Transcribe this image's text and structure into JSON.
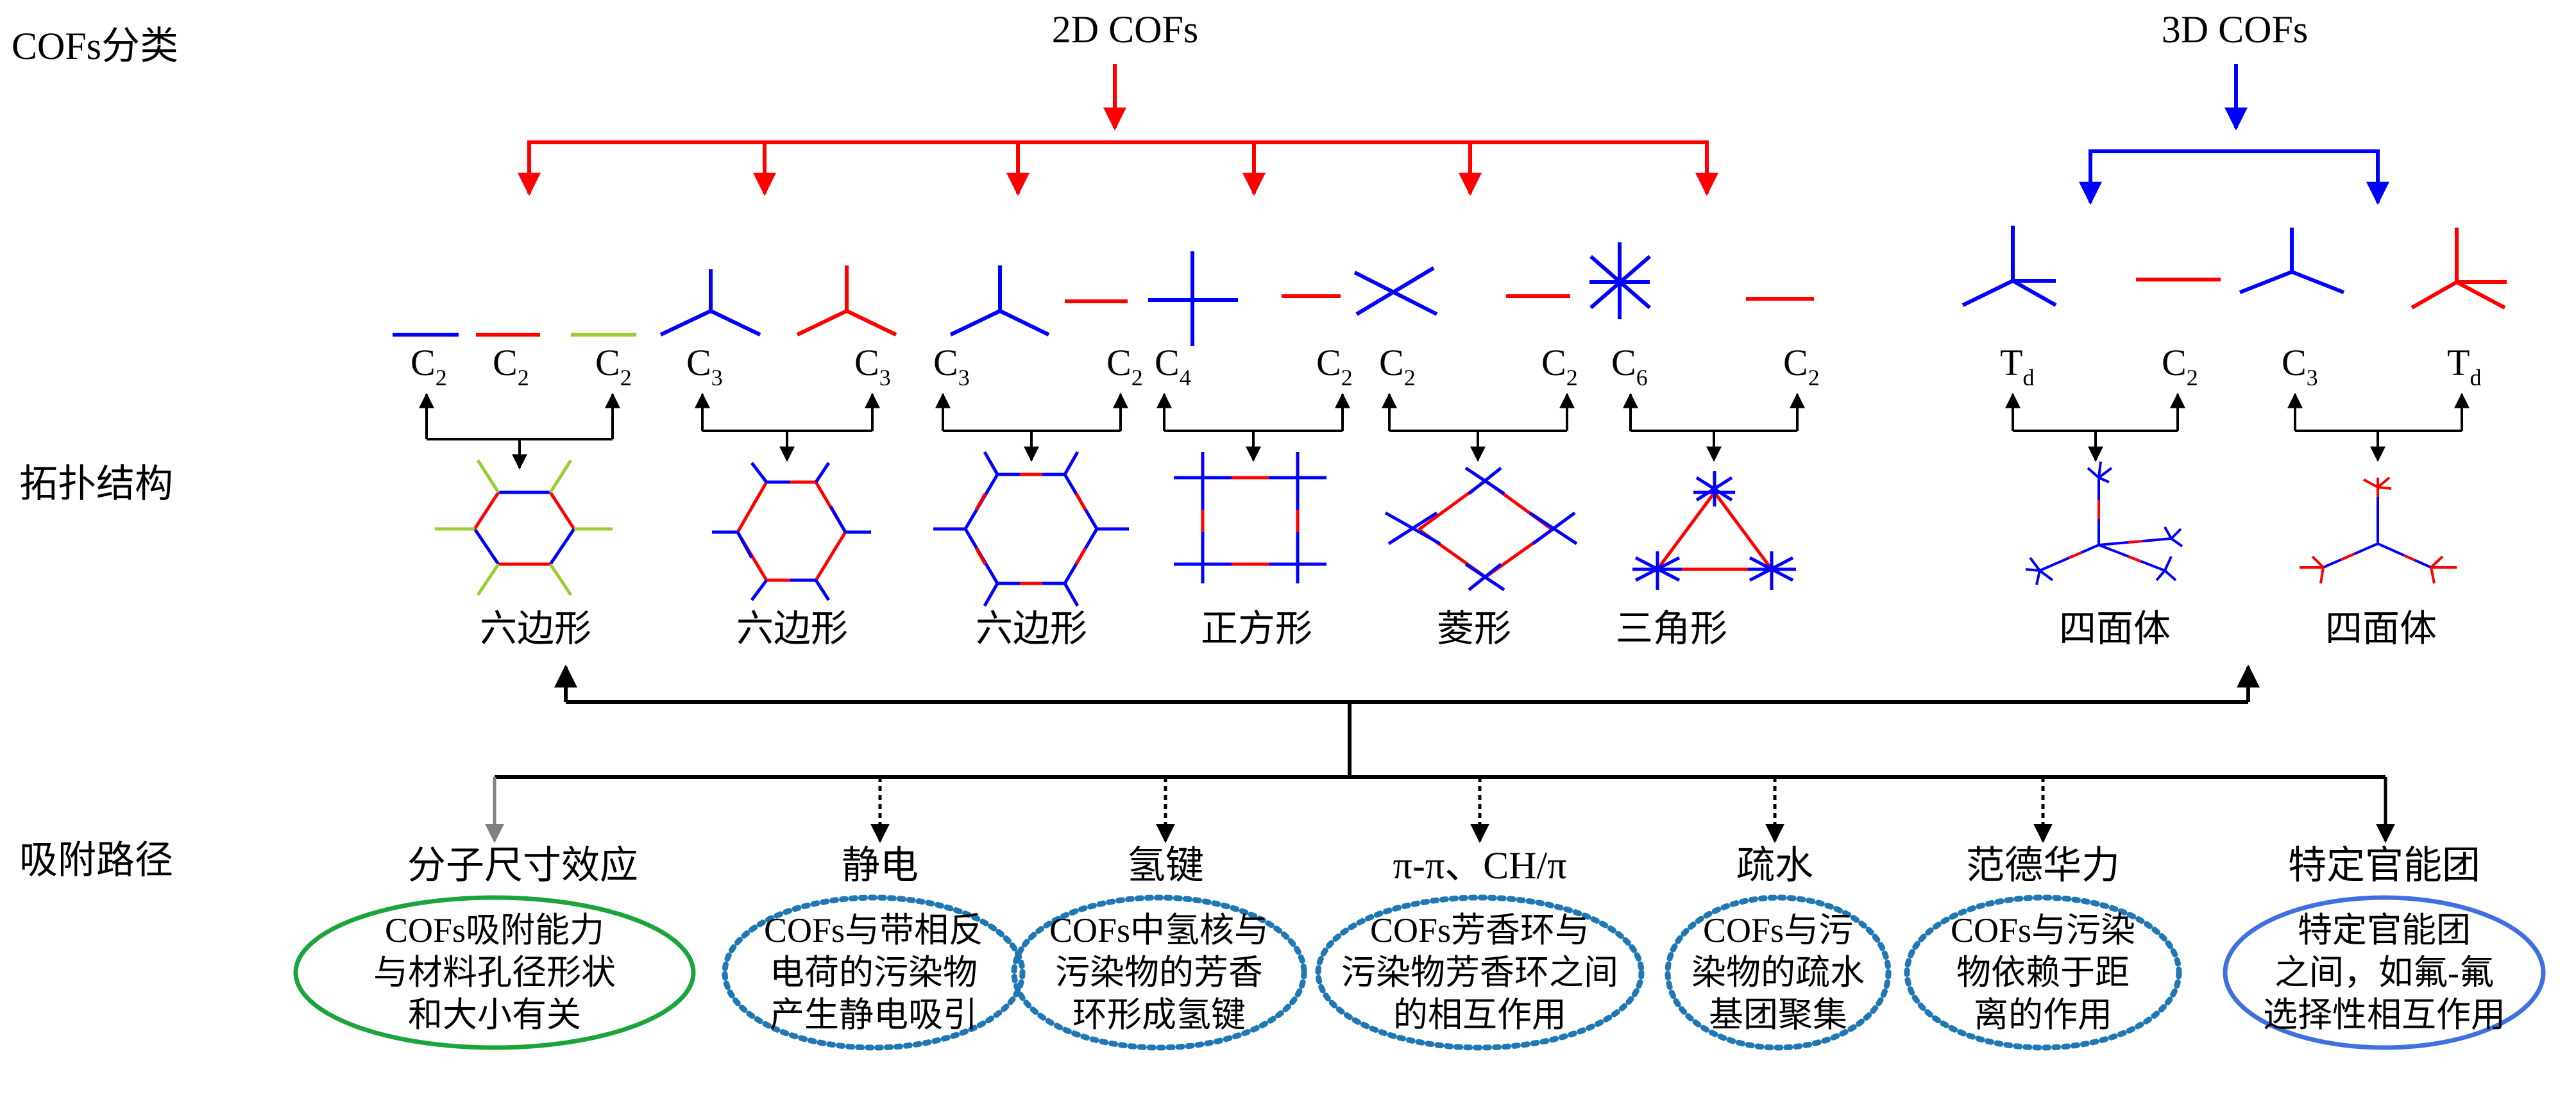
{
  "row_labels": {
    "classification": "COFs分类",
    "topology": "拓扑结构",
    "adsorption": "吸附路径"
  },
  "categories": {
    "cof2d": "2D COFs",
    "cof3d": "3D COFs"
  },
  "colors": {
    "red": "#ff0000",
    "blue": "#0000ff",
    "green": "#9acd32",
    "black": "#000000",
    "gray": "#808080",
    "oval_green": "#1aa53c",
    "oval_teal": "#1f78b4",
    "oval_blue": "#3f6fe0"
  },
  "building_units": [
    {
      "left": {
        "main": "C",
        "sub": "2"
      },
      "mid": {
        "main": "C",
        "sub": "2"
      },
      "right": {
        "main": "C",
        "sub": "2"
      },
      "shape": "六边形"
    },
    {
      "left": {
        "main": "C",
        "sub": "3"
      },
      "right": {
        "main": "C",
        "sub": "3"
      },
      "shape": "六边形"
    },
    {
      "left": {
        "main": "C",
        "sub": "3"
      },
      "right": {
        "main": "C",
        "sub": "2"
      },
      "shape": "六边形"
    },
    {
      "left": {
        "main": "C",
        "sub": "4"
      },
      "right": {
        "main": "C",
        "sub": "2"
      },
      "shape": "正方形"
    },
    {
      "left": {
        "main": "C",
        "sub": "2"
      },
      "right": {
        "main": "C",
        "sub": "2"
      },
      "shape": "菱形"
    },
    {
      "left": {
        "main": "C",
        "sub": "6"
      },
      "right": {
        "main": "C",
        "sub": "2"
      },
      "shape": "三角形"
    },
    {
      "left": {
        "main": "T",
        "sub": "d"
      },
      "right": {
        "main": "C",
        "sub": "2"
      },
      "shape": "四面体"
    },
    {
      "left": {
        "main": "C",
        "sub": "3"
      },
      "right": {
        "main": "T",
        "sub": "d"
      },
      "shape": "四面体"
    }
  ],
  "pathways": [
    {
      "title": "分子尺寸效应",
      "lines": [
        "COFs吸附能力",
        "与材料孔径形状",
        "和大小有关"
      ]
    },
    {
      "title": "静电",
      "lines": [
        "COFs与带相反",
        "电荷的污染物",
        "产生静电吸引"
      ]
    },
    {
      "title": "氢键",
      "lines": [
        "COFs中氢核与",
        "污染物的芳香",
        "环形成氢键"
      ]
    },
    {
      "title": "π-π、CH/π",
      "lines": [
        "COFs芳香环与",
        "污染物芳香环之间",
        "的相互作用"
      ]
    },
    {
      "title": "疏水",
      "lines": [
        "COFs与污",
        "染物的疏水",
        "基团聚集"
      ]
    },
    {
      "title": "范德华力",
      "lines": [
        "COFs与污染",
        "物依赖于距",
        "离的作用"
      ]
    },
    {
      "title": "特定官能团",
      "lines": [
        "特定官能团",
        "之间，如氟-氟",
        "选择性相互作用"
      ]
    }
  ]
}
